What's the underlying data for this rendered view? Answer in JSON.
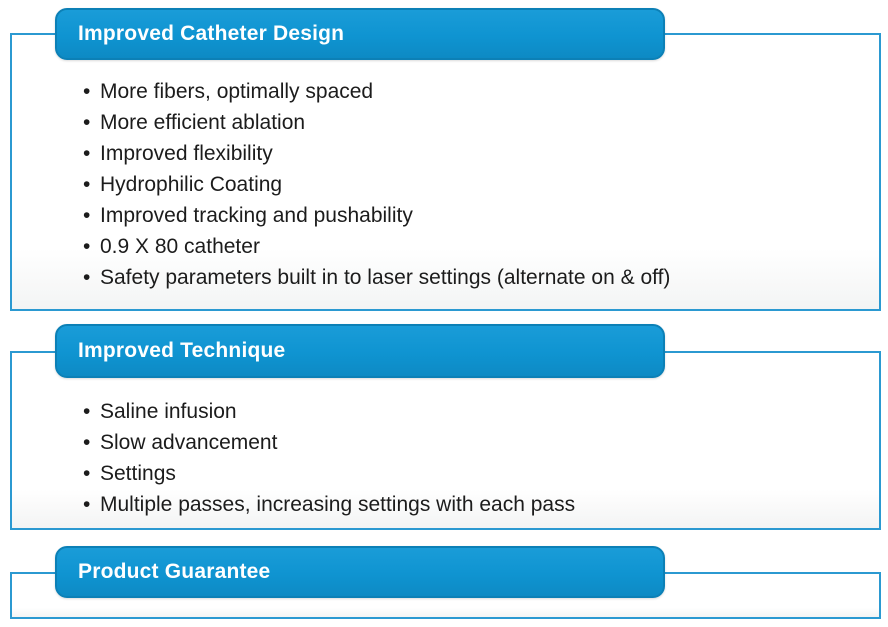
{
  "colors": {
    "header_fill": "#0f94d1",
    "header_border": "#0c80b6",
    "box_border": "#2b99d1",
    "header_text": "#ffffff",
    "body_text": "#1c1c1c"
  },
  "sections": [
    {
      "title": "Improved Catheter Design",
      "bullets": [
        "More fibers, optimally spaced",
        "More efficient ablation",
        "Improved flexibility",
        "Hydrophilic Coating",
        "Improved tracking and pushability",
        "0.9 X 80 catheter",
        "Safety parameters built in to laser settings (alternate on & off)"
      ]
    },
    {
      "title": "Improved Technique",
      "bullets": [
        "Saline infusion",
        "Slow advancement",
        "Settings",
        "Multiple passes, increasing settings with each pass"
      ]
    },
    {
      "title": "Product Guarantee",
      "bullets": []
    }
  ]
}
